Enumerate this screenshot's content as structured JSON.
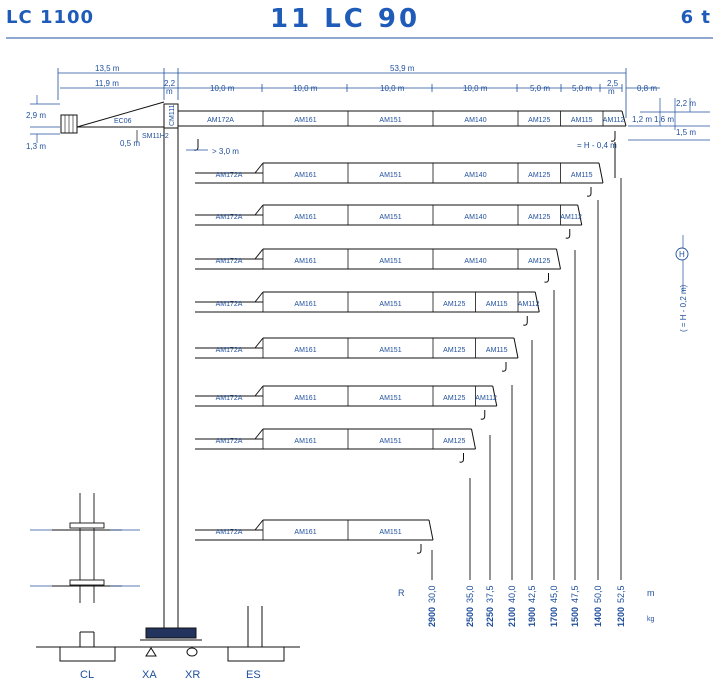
{
  "header": {
    "left": "LC 1100",
    "center": "11 LC 90",
    "right": "6 t"
  },
  "colors": {
    "blue": "#1f4f9c",
    "title_blue": "#1f5bb8",
    "black": "#111111",
    "dark_bar": "#22335e"
  },
  "top_dims": {
    "counter_13_5": "13,5 m",
    "counter_11_9": "11,9 m",
    "mast_2_2": "2,2",
    "mast_m": "m",
    "total_53_9": "53,9 m",
    "seg_10_a": "10,0 m",
    "seg_10_b": "10,0 m",
    "seg_10_c": "10,0 m",
    "seg_10_d": "10,0 m",
    "seg_5_a": "5,0 m",
    "seg_5_b": "5,0 m",
    "seg_2_5": "2,5",
    "seg_2_5_m": "m",
    "seg_0_8": "0,8 m"
  },
  "side_dims": {
    "h_2_9": "2,9 m",
    "h_1_3": "1,3 m",
    "h_0_5": "0,5 m",
    "ec06": "EC06",
    "sm": "SM11H2",
    "cm": "CM111",
    "hook_3_0": "> 3,0 m",
    "r_1_2": "1,2 m",
    "r_1_6": "1,6 m",
    "r_2_2": "2,2 m",
    "r_1_5": "1,5 m",
    "hook_formula": "= H - 0,4 m",
    "hook_h": "H",
    "hook_formula2": "( = H - 0,2 m)"
  },
  "jib_configs": [
    [
      "AM172A",
      "AM161",
      "AM151",
      "AM140",
      "AM125",
      "AM115",
      "AM112"
    ],
    [
      "AM172A",
      "AM161",
      "AM151",
      "AM140",
      "AM125",
      "AM115"
    ],
    [
      "AM172A",
      "AM161",
      "AM151",
      "AM140",
      "AM125",
      "AM112"
    ],
    [
      "AM172A",
      "AM161",
      "AM151",
      "AM140",
      "AM125"
    ],
    [
      "AM172A",
      "AM161",
      "AM151",
      "AM125",
      "AM115",
      "AM112"
    ],
    [
      "AM172A",
      "AM161",
      "AM151",
      "AM125",
      "AM115"
    ],
    [
      "AM172A",
      "AM161",
      "AM151",
      "AM125",
      "AM112"
    ],
    [
      "AM172A",
      "AM161",
      "AM151",
      "AM125"
    ],
    [
      "AM172A",
      "AM161",
      "AM151"
    ]
  ],
  "load_table": {
    "r_label": "R",
    "m_label": "m",
    "kg_label": "kg",
    "radius": [
      "30,0",
      "35,0",
      "37,5",
      "40,0",
      "42,5",
      "45,0",
      "47,5",
      "50,0",
      "52,5"
    ],
    "load": [
      "2900",
      "2500",
      "2250",
      "2100",
      "1900",
      "1700",
      "1500",
      "1400",
      "1200"
    ]
  },
  "base_labels": {
    "cl": "CL",
    "xa": "XA",
    "xr": "XR",
    "es": "ES"
  }
}
